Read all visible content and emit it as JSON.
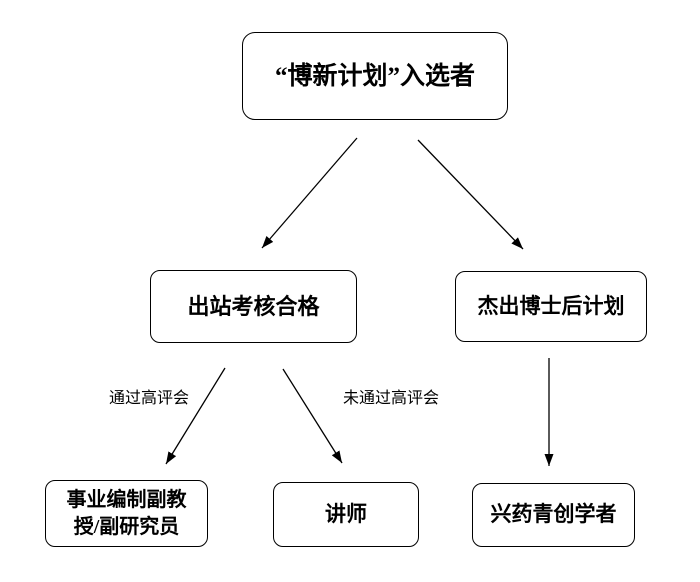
{
  "diagram": {
    "background_color": "#ffffff",
    "line_color": "#000000",
    "box_fill_color": "#ffffff",
    "box_border_color": "#000000",
    "text_color": "#000000",
    "nodes": {
      "top": {
        "label": "“博新计划”入选者"
      },
      "mid_left": {
        "label": "出站考核合格"
      },
      "mid_right": {
        "label": "杰出博士后计划"
      },
      "bottom_left": {
        "label": "事业编制副教授/副研究员"
      },
      "bottom_mid": {
        "label": "讲师"
      },
      "bottom_right": {
        "label": "兴药青创学者"
      }
    },
    "edges": [
      {
        "from": "top",
        "to": "mid_left",
        "label": ""
      },
      {
        "from": "top",
        "to": "mid_right",
        "label": ""
      },
      {
        "from": "mid_left",
        "to": "bottom_left",
        "label": "通过高评会"
      },
      {
        "from": "mid_left",
        "to": "bottom_mid",
        "label": "未通过高评会"
      },
      {
        "from": "mid_right",
        "to": "bottom_right",
        "label": ""
      }
    ]
  }
}
